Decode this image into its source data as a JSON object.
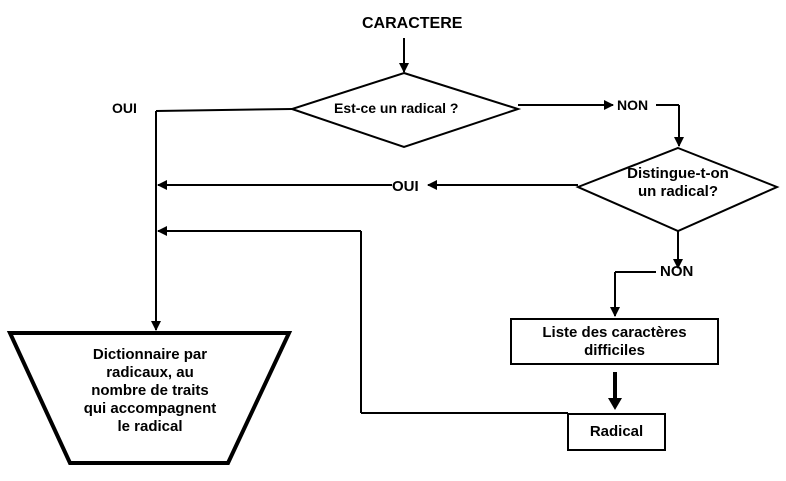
{
  "diagram": {
    "start_label": "CARACTERE",
    "decision_radical": "Est-ce un radical ?",
    "decision_distinguish_line1": "Distingue-t-on",
    "decision_distinguish_line2": "un radical?",
    "oui_label_1": "OUI",
    "oui_label_2": "OUI",
    "non_label_1": "NON",
    "non_label_2": "NON",
    "list_box_line1": "Liste des caractères",
    "list_box_line2": "difficiles",
    "radical_box": "Radical",
    "dictionary_line1": "Dictionnaire par",
    "dictionary_line2": "radicaux, au",
    "dictionary_line3": "nombre de traits",
    "dictionary_line4": "qui accompagnent",
    "dictionary_line5": "le radical"
  }
}
